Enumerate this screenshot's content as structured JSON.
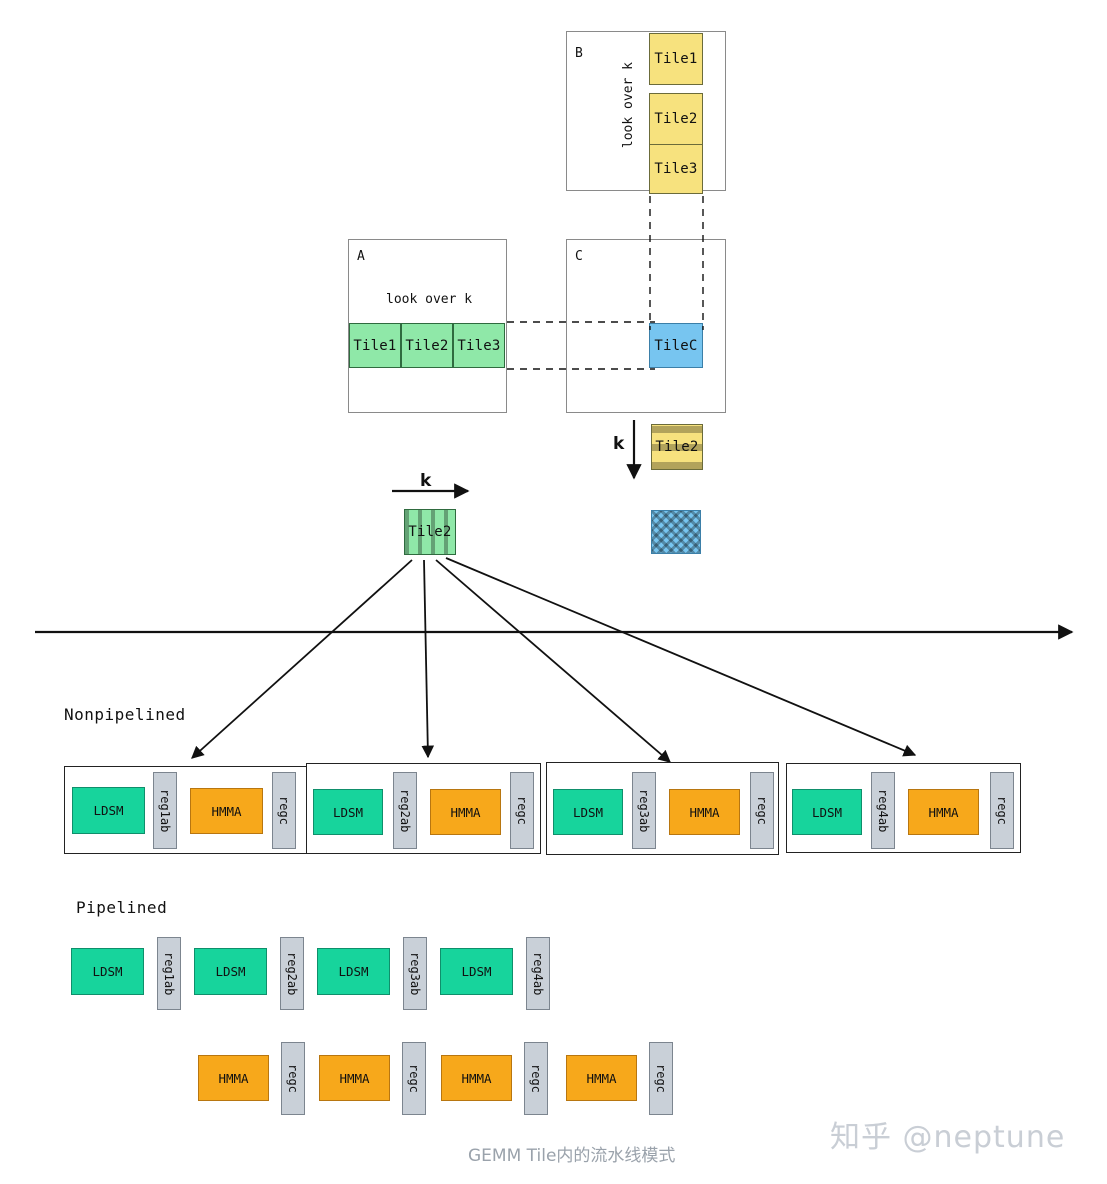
{
  "figure": {
    "caption": "GEMM Tile内的流水线模式",
    "watermark": "知乎 @neptune"
  },
  "matrices": [
    {
      "id": "B",
      "label": "B",
      "axis_label": "look over k",
      "axis_orientation": "vertical",
      "tiles": [
        {
          "label": "Tile1"
        },
        {
          "label": "Tile2"
        },
        {
          "label": "Tile3"
        }
      ],
      "tile_color": "#F7E27E"
    },
    {
      "id": "A",
      "label": "A",
      "axis_label": "look over k",
      "axis_orientation": "horizontal",
      "tiles": [
        {
          "label": "Tile1"
        },
        {
          "label": "Tile2"
        },
        {
          "label": "Tile3"
        }
      ],
      "tile_color": "#8FE8A8"
    },
    {
      "id": "C",
      "label": "C",
      "axis_label": "",
      "axis_orientation": "none",
      "tiles": [
        {
          "label": "TileC"
        }
      ],
      "tile_color": "#77C5F0"
    }
  ],
  "k_axes": {
    "horizontal_label": "k",
    "vertical_label": "k"
  },
  "focus_tiles": {
    "a_tile": "Tile2",
    "b_tile": "Tile2",
    "c_tile": ""
  },
  "sections": {
    "nonpipelined": {
      "title": "Nonpipelined",
      "stages": [
        {
          "ldsm": "LDSM",
          "regab": "reg1ab",
          "hmma": "HMMA",
          "regc": "regc"
        },
        {
          "ldsm": "LDSM",
          "regab": "reg2ab",
          "hmma": "HMMA",
          "regc": "regc"
        },
        {
          "ldsm": "LDSM",
          "regab": "reg3ab",
          "hmma": "HMMA",
          "regc": "regc"
        },
        {
          "ldsm": "LDSM",
          "regab": "reg4ab",
          "hmma": "HMMA",
          "regc": "regc"
        }
      ]
    },
    "pipelined": {
      "title": "Pipelined",
      "load_stages": [
        {
          "ldsm": "LDSM",
          "regab": "reg1ab"
        },
        {
          "ldsm": "LDSM",
          "regab": "reg2ab"
        },
        {
          "ldsm": "LDSM",
          "regab": "reg3ab"
        },
        {
          "ldsm": "LDSM",
          "regab": "reg4ab"
        }
      ],
      "math_stages": [
        {
          "hmma": "HMMA",
          "regc": "regc"
        },
        {
          "hmma": "HMMA",
          "regc": "regc"
        },
        {
          "hmma": "HMMA",
          "regc": "regc"
        },
        {
          "hmma": "HMMA",
          "regc": "regc"
        }
      ]
    }
  },
  "colors": {
    "ldsm": "#17D49C",
    "hmma": "#F7A81B",
    "reg": "#C9D0D8",
    "tile_a": "#8FE8A8",
    "tile_b": "#F7E27E",
    "tile_c": "#77C5F0"
  }
}
